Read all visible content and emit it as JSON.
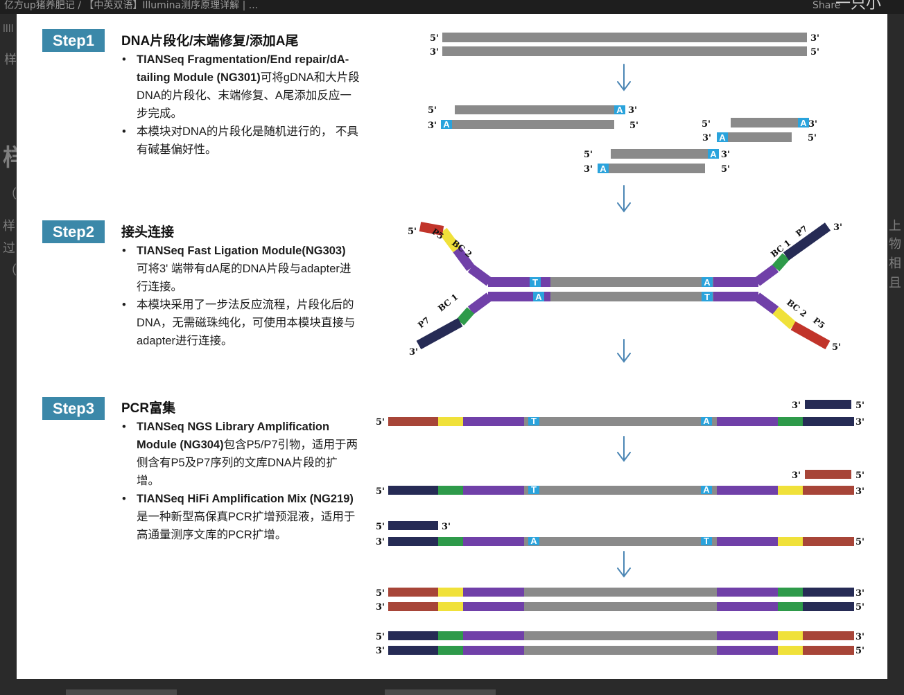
{
  "browser": {
    "breadcrumb": "亿方up猪养肥记  /  【中英双语】Illumina测序原理详解 | ...",
    "share": "Share",
    "corner": "一只小"
  },
  "background": {
    "left_fragments": [
      "llll",
      "样",
      "样",
      "（",
      "样",
      "过",
      "（"
    ],
    "right_fragments": [
      "上",
      "物",
      "相",
      "且"
    ]
  },
  "steps": [
    {
      "badge": "Step1",
      "title": "DNA片段化/末端修复/添加A尾",
      "bullets": [
        {
          "bold": "TIANSeq Fragmentation/End repair/dA-tailing Module (NG301)",
          "text": "可将gDNA和大片段DNA的片段化、末端修复、A尾添加反应一步完成。"
        },
        {
          "bold": "",
          "text": "本模块对DNA的片段化是随机进行的， 不具有碱基偏好性。"
        }
      ]
    },
    {
      "badge": "Step2",
      "title": "接头连接",
      "bullets": [
        {
          "bold": "TIANSeq Fast Ligation Module(NG303)",
          "text": " 可将3' 端带有dA尾的DNA片段与adapter进行连接。"
        },
        {
          "bold": "",
          "text": "本模块采用了一步法反应流程，片段化后的DNA，无需磁珠纯化，可使用本模块直接与adapter进行连接。"
        }
      ]
    },
    {
      "badge": "Step3",
      "title": "PCR富集",
      "bullets": [
        {
          "bold": "TIANSeq NGS Library Amplification Module (NG304)",
          "text": "包含P5/P7引物，适用于两侧含有P5及P7序列的文库DNA片段的扩增。"
        },
        {
          "bold": "TIANSeq HiFi Amplification Mix (NG219)",
          "text": " 是一种新型高保真PCR扩增预混液，适用于高通量测序文库的PCR扩增。"
        }
      ]
    }
  ],
  "diagram": {
    "end_labels": {
      "five": "5'",
      "three": "3'"
    },
    "bases": {
      "A": "A",
      "T": "T"
    },
    "adapter_labels": {
      "p5": "P5",
      "p7": "P7",
      "bc1": "BC 1",
      "bc2": "BC 2"
    },
    "colors": {
      "dna": "#8a8a8a",
      "base": "#2aa3dc",
      "p5": "#c1342a",
      "p5_pcr": "#a74538",
      "bc2": "#f0e13a",
      "bc1": "#2e9a4a",
      "p7": "#262b55",
      "linker": "#7040a8",
      "arrow": "#4b86b4",
      "badge": "#3b88a9"
    }
  }
}
